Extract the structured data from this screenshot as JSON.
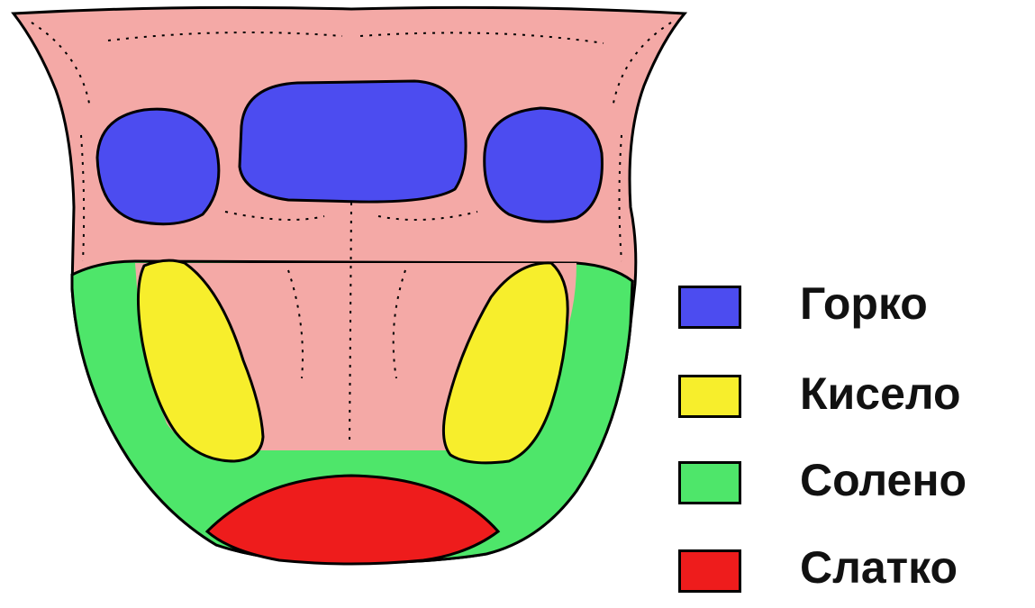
{
  "colors": {
    "tongue": "#f4a9a6",
    "outline": "#000000",
    "bitter": "#4c4cf0",
    "sour": "#f7ee2c",
    "salty": "#4ee66a",
    "sweet": "#ee1c1c"
  },
  "legend": [
    {
      "label": "Горко",
      "color": "#4c4cf0"
    },
    {
      "label": "Кисело",
      "color": "#f7ee2c"
    },
    {
      "label": "Солено",
      "color": "#4ee66a"
    },
    {
      "label": "Слатко",
      "color": "#ee1c1c"
    }
  ]
}
